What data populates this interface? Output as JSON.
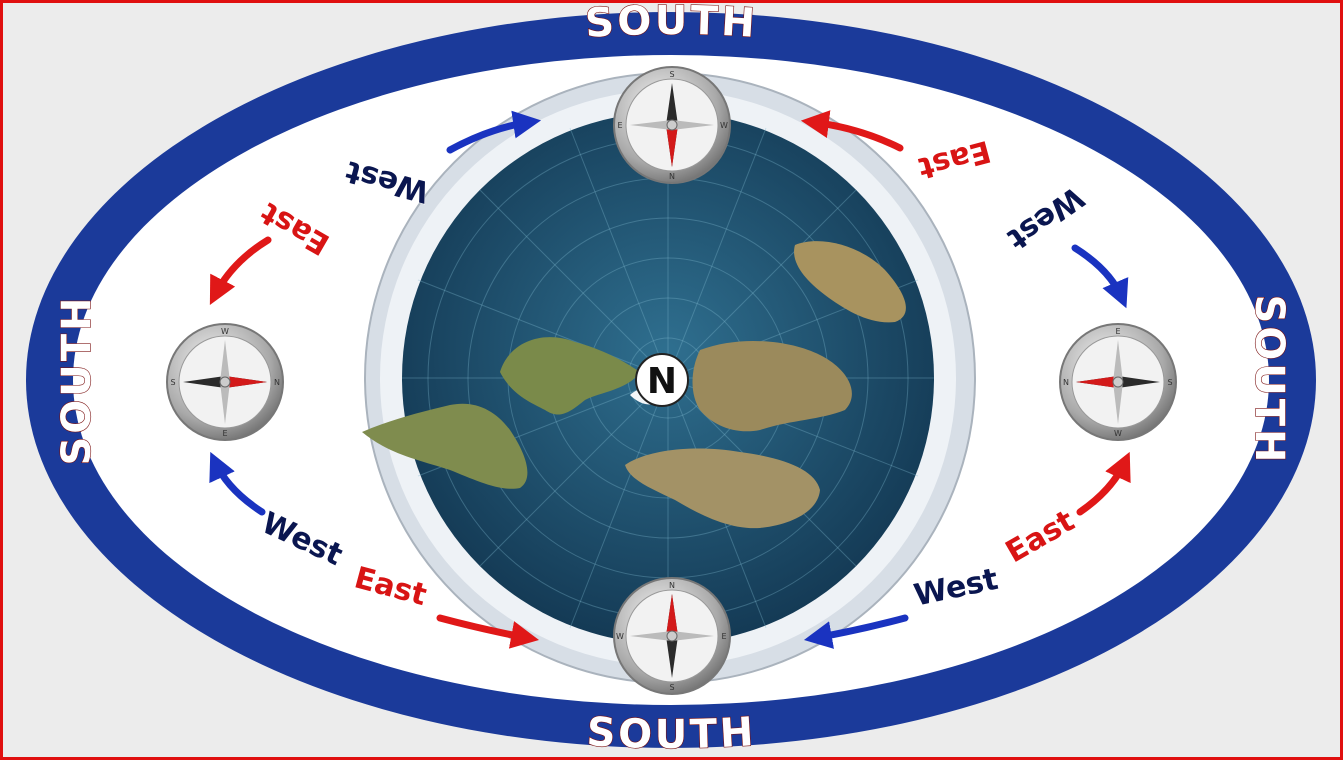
{
  "outer_ring": {
    "label": "SOUTH",
    "color": "#1b3a9a"
  },
  "center": {
    "label": "N"
  },
  "directions": {
    "west": {
      "label": "West",
      "color": "#0a1650",
      "arrow_color": "#1a33c0"
    },
    "east": {
      "label": "East",
      "color": "#d81414",
      "arrow_color": "#e01818"
    }
  },
  "compass_points": {
    "n": "N",
    "s": "S",
    "e": "E",
    "w": "W"
  },
  "map": {
    "ocean_color": "#1e4f6e",
    "land_color": "#9a8a5a",
    "ice_color": "#e8eef4"
  },
  "frame": {
    "border_color": "#e01010"
  }
}
